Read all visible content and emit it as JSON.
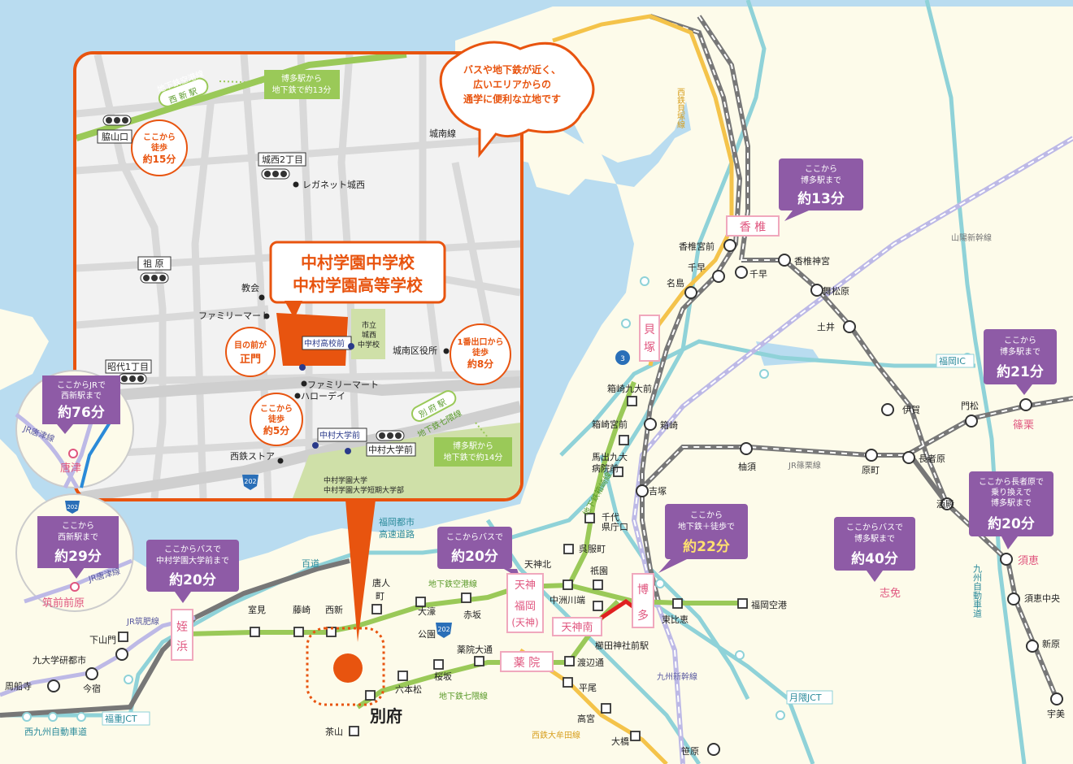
{
  "sea_color": "#b9dcf0",
  "land_color": "#fdfbea",
  "accent_orange": "#e8540f",
  "purple": "#8e5ba6",
  "green_line": "#9ac958",
  "school": {
    "line1": "中村学園中学校",
    "line2": "中村学園高等学校"
  },
  "inset": {
    "bubble": {
      "line1": "バスや地下鉄が近く、",
      "line2": "広いエリアからの",
      "line3": "通学に便利な立地です"
    },
    "line_label": "地下鉄空港線",
    "nishijin_station": "西 新 駅",
    "nishijin_box": {
      "line1": "博多駅から",
      "line2": "地下鉄で約13分"
    },
    "walk15": {
      "line1": "ここから",
      "line2": "徒歩",
      "line3": "約15分"
    },
    "walk5": {
      "line1": "ここから",
      "line2": "徒歩",
      "line3": "約5分"
    },
    "walk8": {
      "line1": "1番出口から",
      "line2": "徒歩",
      "line3": "約8分"
    },
    "gate": {
      "line1": "目の前が",
      "line2": "正門"
    },
    "beppu_station": "別 府 駅",
    "nanakuma_label": "地下鉄七隈線",
    "beppu_box": {
      "line1": "博多駅から",
      "line2": "地下鉄で約14分"
    },
    "bus_stops": [
      "脇山口",
      "城西2丁目",
      "祖 原",
      "昭代1丁目",
      "中村大学前"
    ],
    "bus_signs": [
      "中村高校前",
      "中村大学前"
    ],
    "landmarks": [
      "城南線",
      "レガネット城西",
      "教会",
      "ファミリーマート",
      "市立",
      "城西",
      "中学校",
      "城南区役所",
      "ファミリーマート",
      "ハローデイ",
      "西鉄ストア",
      "中村学園大学",
      "中村学園大学短期大学部"
    ],
    "route_202": "202"
  },
  "circle_karatsu": {
    "line1": "ここからJRで",
    "line2": "西新駅まで",
    "line3": "約76分",
    "rail": "JR唐津線",
    "station": "唐津"
  },
  "circle_chikuzen": {
    "line1": "ここから",
    "line2": "西新駅まで",
    "line3": "約29分",
    "rail": "JR唐津線",
    "station": "筑前前原"
  },
  "callouts": {
    "meinohama": {
      "line1": "ここからバスで",
      "line2": "中村学園大学前まで",
      "line3": "約20分"
    },
    "tenjin": {
      "line1": "ここからバスで",
      "line2": "約20分"
    },
    "hakata": {
      "line1": "ここから",
      "line2": "地下鉄＋徒歩で",
      "line3": "約22分"
    },
    "kashii": {
      "line1": "ここから",
      "line2": "博多駅まで",
      "line3": "約13分"
    },
    "sasaguri": {
      "line1": "ここから",
      "line2": "博多駅まで",
      "line3": "約21分"
    },
    "shime": {
      "line1": "ここからバスで",
      "line2": "博多駅まで",
      "line3": "約40分"
    },
    "sue": {
      "line1": "ここから長者原で",
      "line2": "乗り換えで",
      "line3": "博多駅まで",
      "line4": "約20分"
    }
  },
  "stations_pink": [
    "香 椎",
    "貝",
    "塚",
    "姪",
    "浜",
    "天神",
    "福岡",
    "(天神)",
    "薬 院",
    "天神南",
    "博",
    "多",
    "筑前前原",
    "唐津",
    "篠栗",
    "須恵",
    "志免"
  ],
  "stations": [
    "香椎宮前",
    "香椎神宮",
    "千早",
    "千早",
    "名島",
    "舞松原",
    "土井",
    "箱崎九大前",
    "箱崎宮前",
    "箱崎",
    "馬出九大",
    "病院前",
    "吉塚",
    "千代",
    "県庁口",
    "呉服町",
    "天神北",
    "祇園",
    "中洲川端",
    "櫛田神社前駅",
    "東比恵",
    "福岡空港",
    "唐人",
    "町",
    "大濠",
    "公園",
    "赤坂",
    "薬院大通",
    "渡辺通",
    "桜坂",
    "六本松",
    "平尾",
    "高宮",
    "大橋",
    "笹原",
    "茶山",
    "室見",
    "藤崎",
    "西新",
    "下山門",
    "九大学研都市",
    "今宿",
    "周船寺",
    "伊賀",
    "門松",
    "長者原",
    "原町",
    "柚須",
    "酒殿",
    "須恵中央",
    "新原",
    "宇美"
  ],
  "beppu_big": "別府",
  "lines": [
    "西鉄貝塚線",
    "山陽新幹線",
    "JR篠栗線",
    "地下鉄空港線",
    "地下鉄七隈線",
    "地下鉄箱崎線",
    "JR筑肥線",
    "西鉄大牟田線",
    "九州新幹線",
    "九州自動車道",
    "西九州自動車道",
    "福岡都市高速道路",
    "百道"
  ],
  "highway_labels": [
    "福岡IC",
    "月隈JCT",
    "福重JCT",
    "福岡都市",
    "高速道路"
  ],
  "routes": [
    "3",
    "202",
    "202"
  ]
}
